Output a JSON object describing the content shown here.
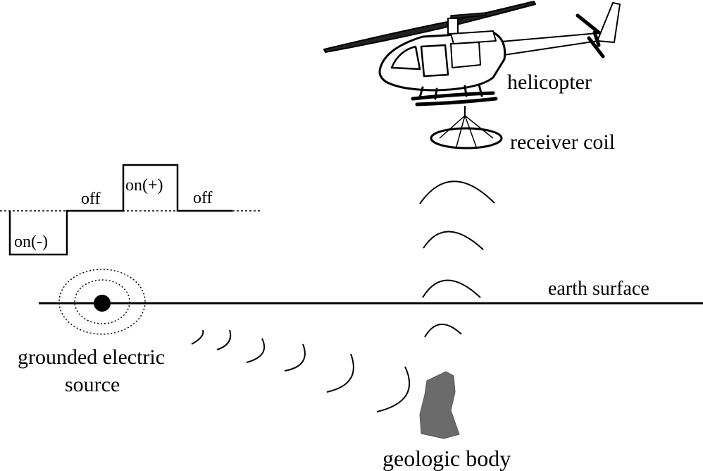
{
  "labels": {
    "helicopter": "helicopter",
    "receiver_coil": "receiver coil",
    "earth_surface": "earth surface",
    "source_line1": "grounded electric",
    "source_line2": "source",
    "geologic_body": "geologic body",
    "pulse_on_negative": "on(-)",
    "pulse_on_positive": "on(+)",
    "pulse_off_first": "off",
    "pulse_off_second": "off"
  },
  "colors": {
    "ink": "#000000",
    "geologic_body": "#6b6b6b",
    "background": "#ffffff"
  },
  "icons": {
    "aircraft": "helicopter-icon",
    "source": "electrode-icon"
  }
}
